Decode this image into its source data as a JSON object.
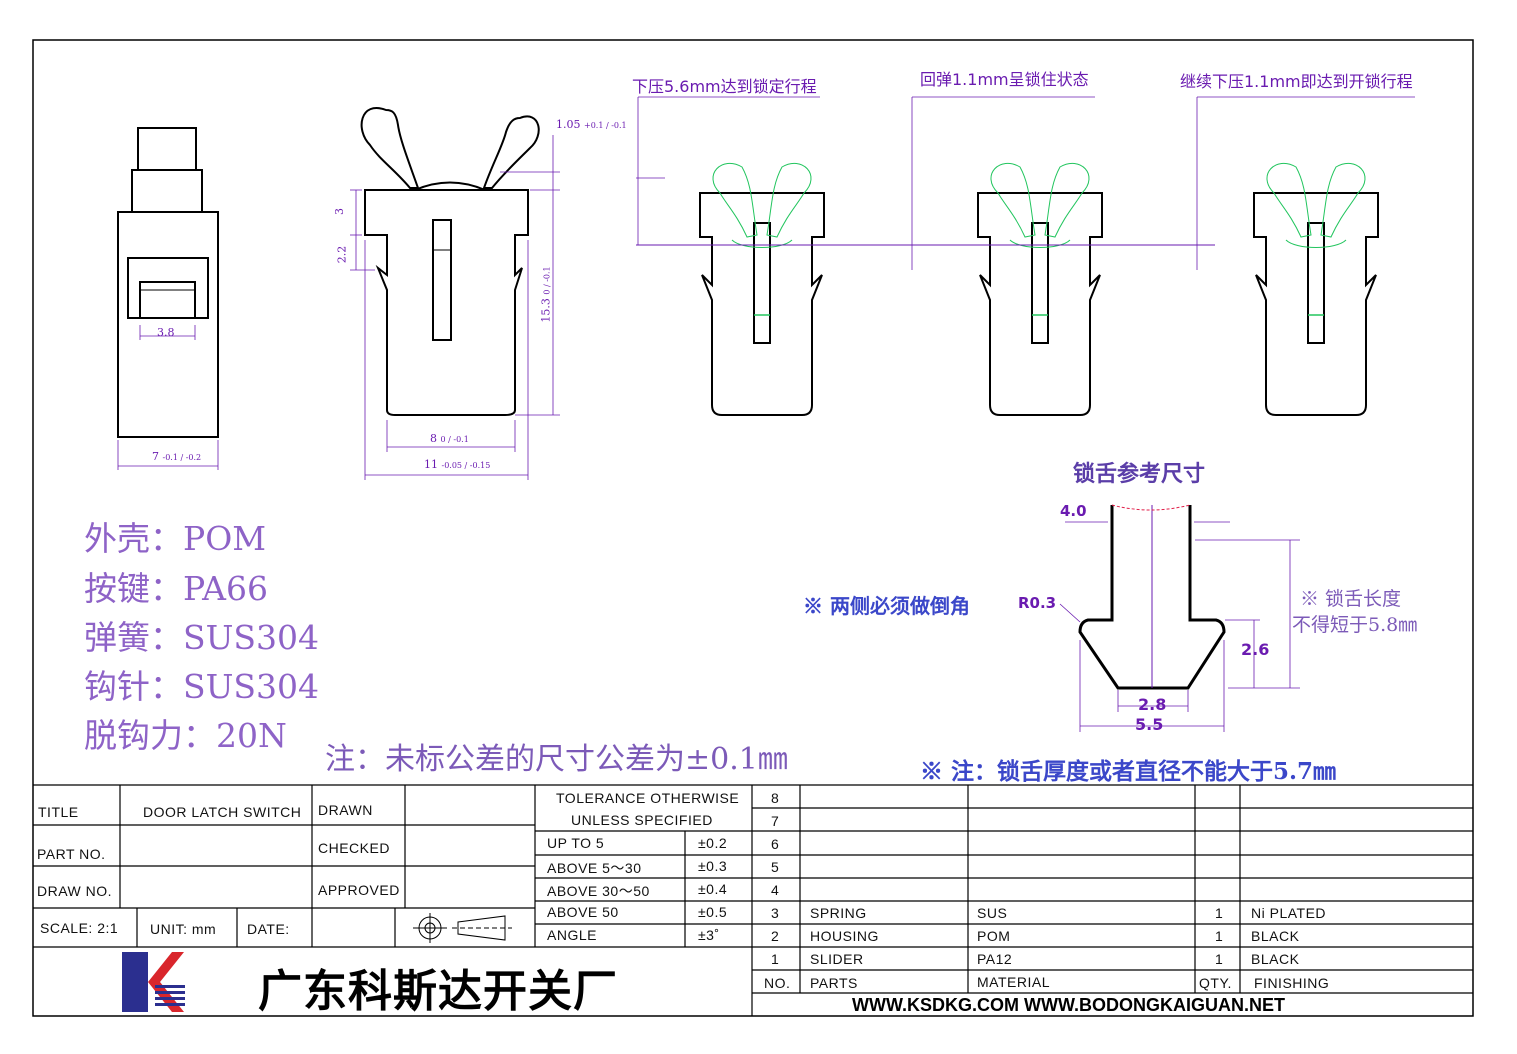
{
  "step_notes": [
    "下压5.6mm达到锁定行程",
    "回弹1.1mm呈锁住状态",
    "继续下压1.1mm即达到开锁行程"
  ],
  "dimensions": {
    "d1_05": "1.05",
    "d1_05_tol": "+0.1 / -0.1",
    "d3": "3",
    "d2_2": "2.2",
    "d15_3": "15.3",
    "d15_3_tol": "0 / -0.1",
    "d3_8": "3.8",
    "d7": "7",
    "d7_tol": "-0.1 / -0.2",
    "d8": "8",
    "d8_tol": "0 / -0.1",
    "d11": "11",
    "d11_tol": "-0.05 / -0.15"
  },
  "materials": [
    "外壳：POM",
    "按键：PA66",
    "弹簧：SUS304",
    "钩针：SUS304",
    "脱钩力：20N"
  ],
  "general_tolerance_note": "注：未标公差的尺寸公差为±0.1㎜",
  "tongue": {
    "title": "锁舌参考尺寸",
    "d4_0": "4.0",
    "chamfer_note": "※ 两侧必须做倒角",
    "chamfer_r": "R0.3",
    "length_note_1": "※ 锁舌长度",
    "length_note_2": "不得短于5.8㎜",
    "d2_6": "2.6",
    "d2_8": "2.8",
    "d5_5": "5.5",
    "thickness_note": "※ 注：锁舌厚度或者直径不能大于5.7㎜"
  },
  "title_block": {
    "title_label": "TITLE",
    "title_value": "DOOR LATCH SWITCH",
    "drawn": "DRAWN",
    "checked": "CHECKED",
    "approved": "APPROVED",
    "part_no": "PART NO.",
    "draw_no": "DRAW NO.",
    "scale": "SCALE: 2:1",
    "unit": "UNIT: mm",
    "date": "DATE:",
    "company": "广东科斯达开关厂",
    "website": "WWW.KSDKG.COM    WWW.BODONGKAIGUAN.NET"
  },
  "tolerance": {
    "header_1": "TOLERANCE OTHERWISE",
    "header_2": "UNLESS SPECIFIED",
    "rows": [
      {
        "range": "UP TO 5",
        "tol": "±0.2"
      },
      {
        "range": "ABOVE 5～30",
        "tol": "±0.3"
      },
      {
        "range": "ABOVE 30～50",
        "tol": "±0.4"
      },
      {
        "range": "ABOVE 50",
        "tol": "±0.5"
      },
      {
        "range": "ANGLE",
        "tol": "±3˚"
      }
    ]
  },
  "bom": {
    "rows": [
      {
        "no": "8",
        "part": "",
        "material": "",
        "qty": "",
        "finishing": ""
      },
      {
        "no": "7",
        "part": "",
        "material": "",
        "qty": "",
        "finishing": ""
      },
      {
        "no": "6",
        "part": "",
        "material": "",
        "qty": "",
        "finishing": ""
      },
      {
        "no": "5",
        "part": "",
        "material": "",
        "qty": "",
        "finishing": ""
      },
      {
        "no": "4",
        "part": "",
        "material": "",
        "qty": "",
        "finishing": ""
      },
      {
        "no": "3",
        "part": "SPRING",
        "material": "SUS",
        "qty": "1",
        "finishing": "Ni PLATED"
      },
      {
        "no": "2",
        "part": "HOUSING",
        "material": "POM",
        "qty": "1",
        "finishing": "BLACK"
      },
      {
        "no": "1",
        "part": "SLIDER",
        "material": "PA12",
        "qty": "1",
        "finishing": "BLACK"
      }
    ],
    "header": {
      "no": "NO.",
      "part": "PARTS",
      "material": "MATERIAL",
      "qty": "QTY.",
      "finishing": "FINISHING"
    }
  }
}
